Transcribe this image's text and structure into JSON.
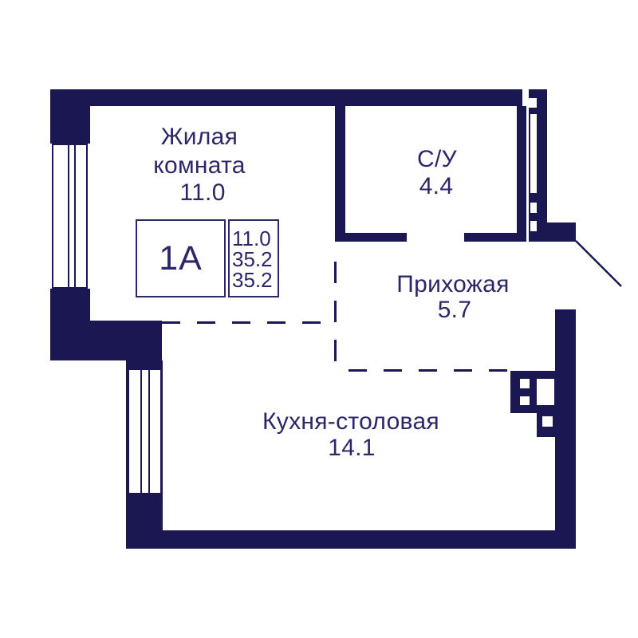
{
  "floor_plan": {
    "unit_card": {
      "unit_type": "1А",
      "living_area": "11.0",
      "total_area": "35.2",
      "sale_area": "35.2"
    },
    "rooms": {
      "living": {
        "name": "Жилая комната",
        "area": "11.0"
      },
      "bathroom": {
        "name": "С/У",
        "area": "4.4"
      },
      "hallway": {
        "name": "Прихожая",
        "area": "5.7"
      },
      "kitchen": {
        "name": "Кухня-столовая",
        "area": "14.1"
      }
    },
    "colors": {
      "wall": "#1b1752",
      "text": "#2b2769",
      "background": "#ffffff"
    }
  }
}
